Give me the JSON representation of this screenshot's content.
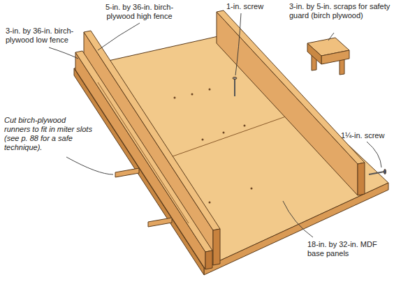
{
  "diagram": {
    "labels": [
      "3-in. by 36-in. birch-plywood low fence",
      "5-in. by 36-in. birch-plywood high fence",
      "1-in. screw",
      "3-in. by 5-in. scraps for safety guard (birch plywood)",
      "1¼-in. screw",
      "Cut birch-plywood runners to fit in miter slots (see p. 88 for a safe technique).",
      "18-in. by 32-in. MDF base panels"
    ]
  }
}
